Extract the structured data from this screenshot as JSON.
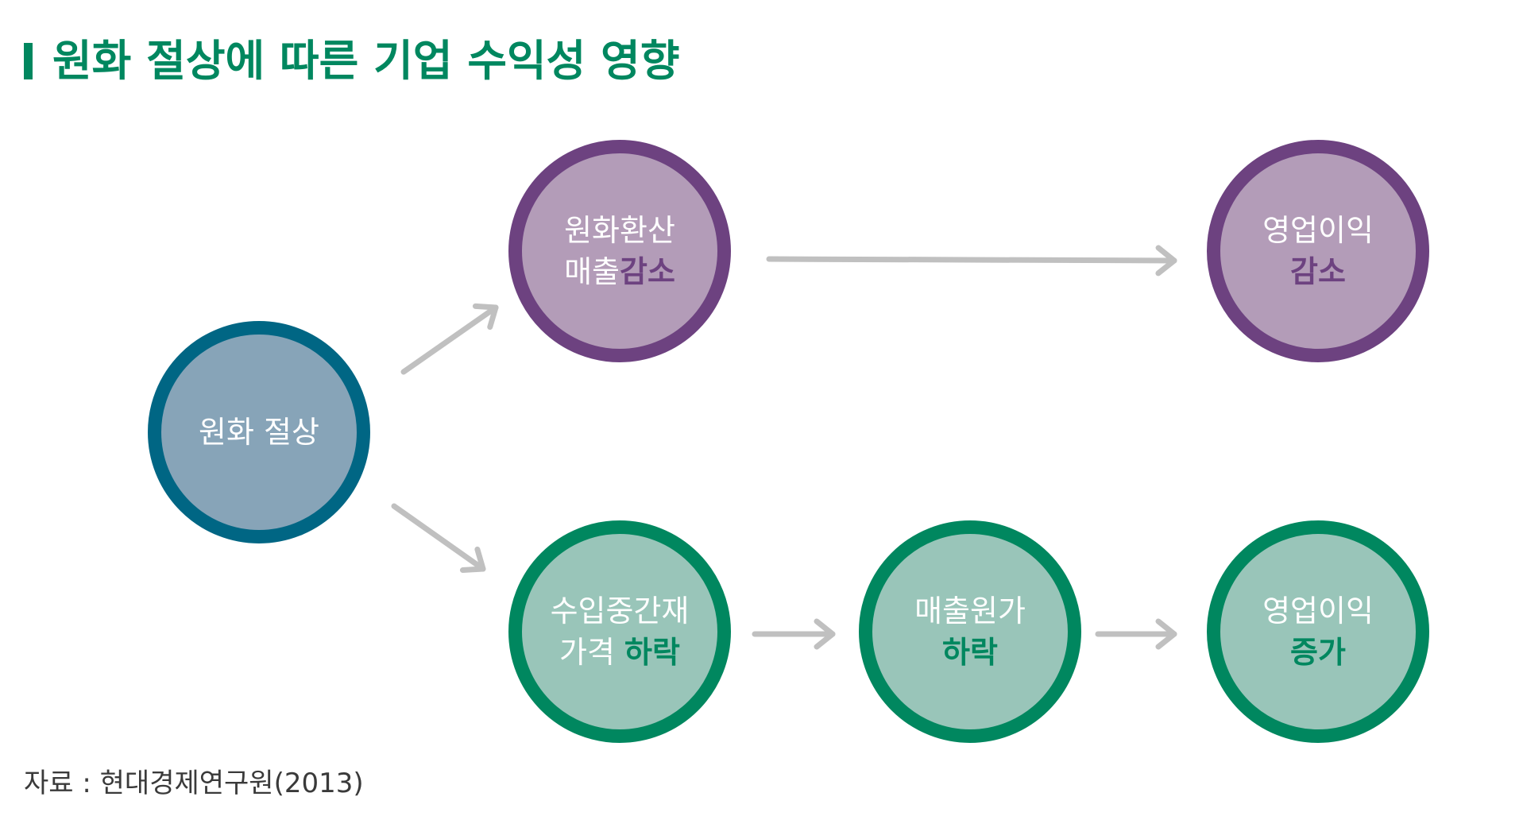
{
  "title": "원화 절상에 따른 기업 수익성 영향",
  "nodes": {
    "won_appreciation": {
      "line1": "원화 절상"
    },
    "converted_sales": {
      "line1": "원화환산",
      "line2_plain": "매출",
      "line2_em": "감소"
    },
    "profit_decrease": {
      "line1": "영업이익",
      "line2_em": "감소"
    },
    "import_price": {
      "line1": "수입중간재",
      "line2_plain": "가격 ",
      "line2_em": "하락"
    },
    "cost_of_sales": {
      "line1": "매출원가",
      "line2_em": "하락"
    },
    "profit_increase": {
      "line1": "영업이익",
      "line2_em": "증가"
    }
  },
  "source": "자료 : 현대경제연구원(2013)",
  "colors": {
    "green": "#00875f",
    "purple": "#6d4280",
    "blue": "#006684",
    "arrow": "#c0c0c0"
  }
}
